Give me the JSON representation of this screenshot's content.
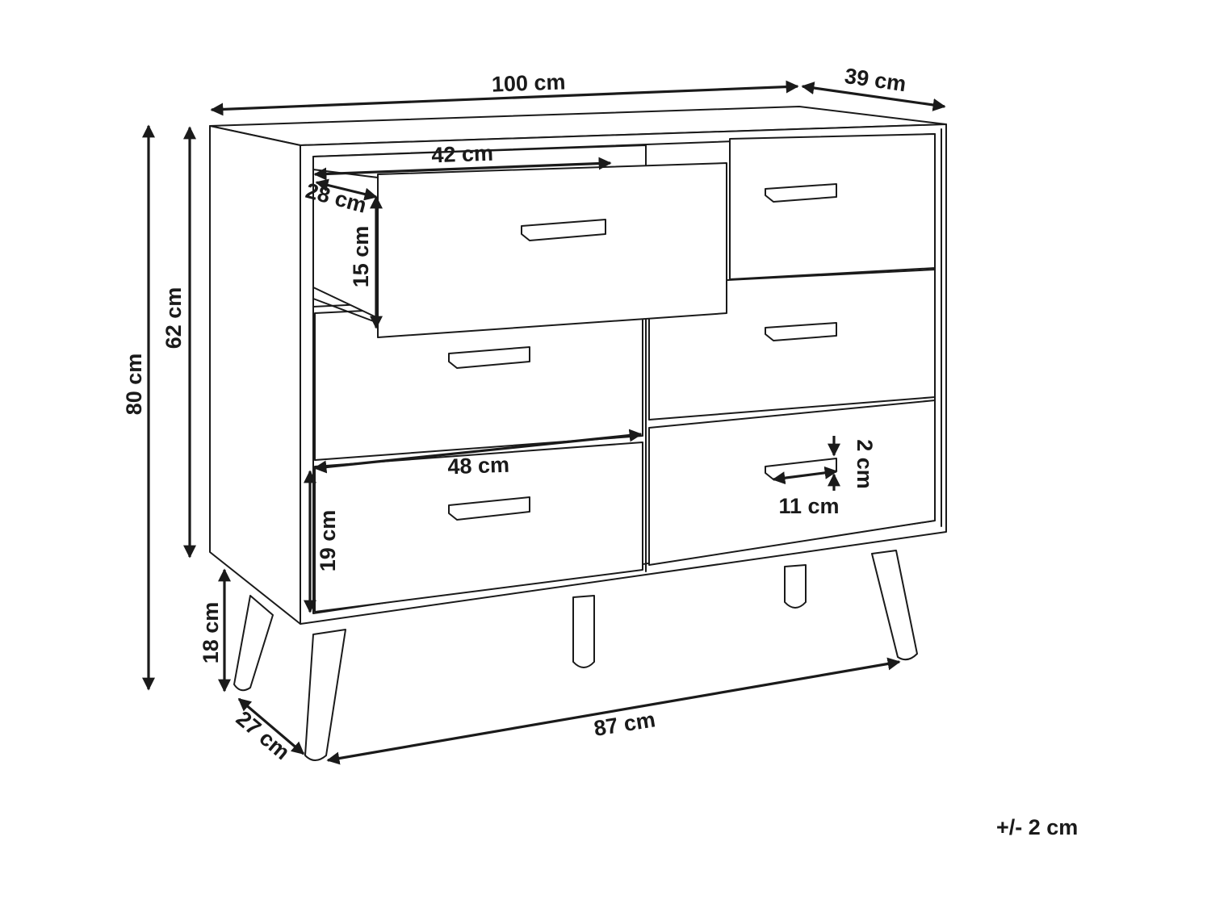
{
  "dimensions": {
    "width": "100 cm",
    "depth": "39 cm",
    "total_height": "80 cm",
    "body_height": "62 cm",
    "leg_height": "18 cm",
    "leg_depth": "27 cm",
    "leg_width": "87 cm",
    "drawer_width_top": "42 cm",
    "drawer_depth": "28 cm",
    "drawer_height_top": "15 cm",
    "drawer_width_bottom": "48 cm",
    "drawer_height_bottom": "19 cm",
    "handle_width": "11 cm",
    "handle_height": "2 cm"
  },
  "tolerance": "+/- 2 cm"
}
